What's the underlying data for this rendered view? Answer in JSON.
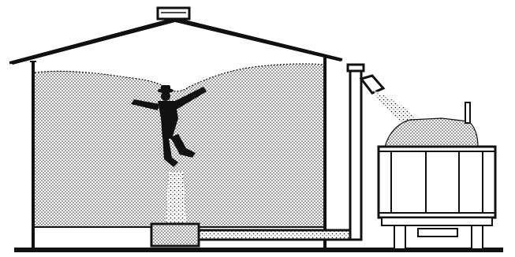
{
  "illustration": {
    "subject": "grain-bin-engulfment",
    "colors": {
      "ink": "#111111",
      "paper": "#ffffff",
      "grain_dot": "#1a1a1a"
    },
    "components": {
      "bin": "grain-bin",
      "roof": "conical-roof",
      "vent": "roof-vent",
      "grain": "stored-grain",
      "person": "trapped-person",
      "sump": "center-sump",
      "unload_auger": "unload-auger",
      "riser": "vertical-riser",
      "spout": "discharge-spout",
      "truck": "grain-truck"
    }
  }
}
